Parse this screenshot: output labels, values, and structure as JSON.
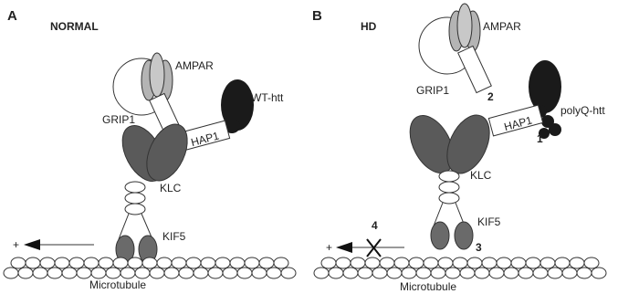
{
  "panel_a": {
    "letter": "A",
    "title": "NORMAL",
    "ampar": "AMPAR",
    "grip1": "GRIP1",
    "htt": "WT-htt",
    "hap1": "HAP1",
    "klc": "KLC",
    "kif5": "KIF5",
    "microtubule": "Microtubule",
    "plus": "+"
  },
  "panel_b": {
    "letter": "B",
    "title": "HD",
    "ampar": "AMPAR",
    "grip1": "GRIP1",
    "htt": "polyQ-htt",
    "hap1": "HAP1",
    "klc": "KLC",
    "kif5": "KIF5",
    "microtubule": "Microtubule",
    "plus": "+",
    "step1": "1",
    "step2": "2",
    "step3": "3",
    "step4": "4"
  },
  "colors": {
    "dark": "#1a1a1a",
    "mid_gray": "#5a5a5a",
    "light_gray": "#b4b4b4",
    "outline": "#222222"
  }
}
